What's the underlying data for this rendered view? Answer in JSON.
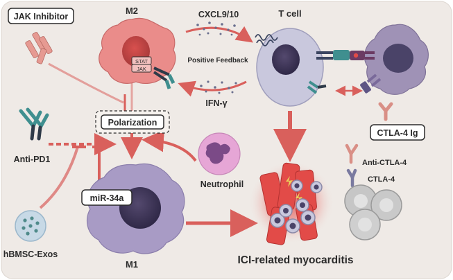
{
  "labels": {
    "jak_inhibitor": "JAK Inhibitor",
    "m2": "M2",
    "cxcl": "CXCL9/10",
    "t_cell": "T cell",
    "positive_feedback": "Positive Feedback",
    "ifn": "IFN-γ",
    "stat": "STAT",
    "jak": "JAK",
    "polarization": "Polarization",
    "anti_pd1": "Anti-PD1",
    "ctla4_ig": "CTLA-4 Ig",
    "neutrophil": "Neutrophil",
    "mir34a": "miR-34a",
    "anti_ctla4": "Anti-CTLA-4",
    "ctla4": "CTLA-4",
    "hbmsc": "hBMSC-Exos",
    "m1": "M1",
    "ici": "ICI-related myocarditis"
  },
  "colors": {
    "panel_bg": "#efeae6",
    "arrow": "#d9605c",
    "m2_body": "#ea8c8a",
    "m1_body": "#a89bc5",
    "tcell_body": "#c9c8dd",
    "apc_body": "#9f92b6",
    "neutrophil_body": "#e6a6d6",
    "myocyte": "#e24b48",
    "teal_receptor": "#3f8f8f",
    "navy_receptor": "#3b4560",
    "antibody_pink": "#d98f86"
  }
}
